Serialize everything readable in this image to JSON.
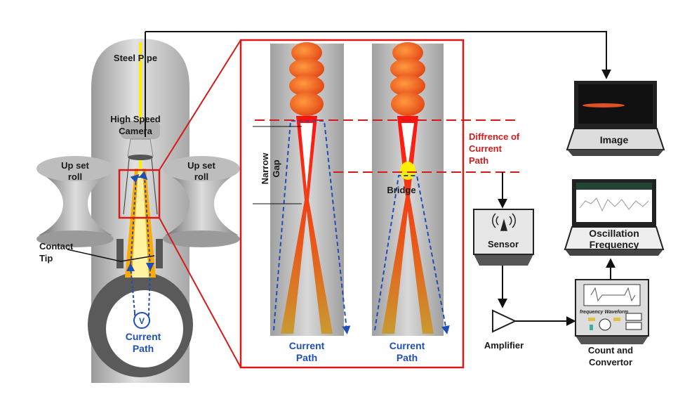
{
  "labels": {
    "steel_pipe": "Steel Pipe",
    "camera": [
      "High Speed",
      "Camera"
    ],
    "roll_left": [
      "Up set",
      "roll"
    ],
    "roll_right": [
      "Up set",
      "roll"
    ],
    "contact_tip": [
      "Contact",
      "Tip"
    ],
    "voltmeter": "V",
    "current_path_main": [
      "Current",
      "Path"
    ],
    "narrow_gap": [
      "Narrow",
      "Gap"
    ],
    "bridge": "Bridge",
    "current_path_left": [
      "Current",
      "Path"
    ],
    "current_path_right": [
      "Current",
      "Path"
    ],
    "difference": [
      "Diffrence of",
      "Current",
      "Path"
    ],
    "sensor": "Sensor",
    "amplifier": "Amplifier",
    "count": [
      "Count and",
      "Convertor"
    ],
    "oscillation": [
      "Oscillation",
      "Frequency"
    ],
    "image": "Image",
    "waveform": "frequency Waveform"
  },
  "colors": {
    "current": "#1f4fb5",
    "highlight": "#d61a1a",
    "pipe": "#c8c8c8",
    "text": "#1a1a1a"
  }
}
